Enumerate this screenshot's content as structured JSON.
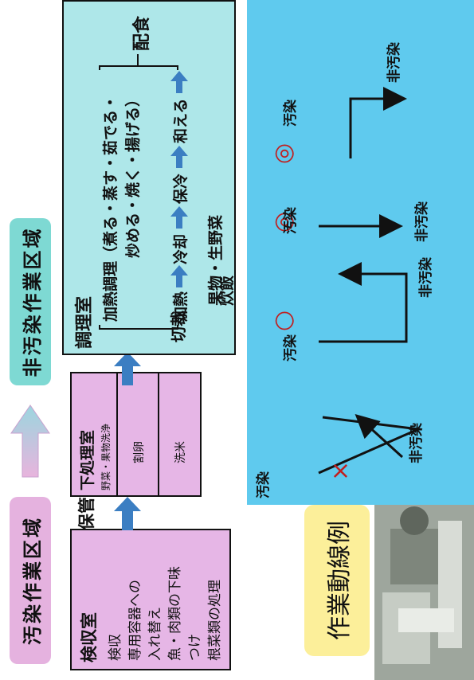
{
  "zones": {
    "contaminated": "汚染作業区域",
    "clean": "非汚染作業区域"
  },
  "inspection_room": {
    "title": "検収室",
    "items": [
      "検収",
      "専用容器への",
      "入れ替え",
      "魚・肉類の下味",
      "つけ",
      "根菜類の処理"
    ]
  },
  "storage_label": "保管",
  "prep_room": {
    "title": "下処理室",
    "sub": "野菜・果物洗浄",
    "cell2": "割卵",
    "cell3": "洗米"
  },
  "cooking_room": {
    "title": "調理室",
    "cut": "切裁",
    "heat_cook": "加熱調理（煮る・蒸す・茹でる・",
    "heat_cook2": "炒める・焼く・揚げる）",
    "heat": "加熱",
    "cool": "冷却",
    "keep_cold": "保冷",
    "mix": "和える",
    "fruits": "果物・生野菜",
    "rice": "炊飯",
    "serve": "配食"
  },
  "flow_examples": {
    "title": "作業動線例",
    "symbols": [
      "×",
      "○",
      "◎",
      "◎"
    ],
    "contaminated": "汚染",
    "clean": "非汚染"
  },
  "colors": {
    "pink": "#e6b6e6",
    "cyan": "#aee7e9",
    "blue": "#5fcaee",
    "arrow": "#3b7ec2",
    "symbol_red": "#c02020",
    "yellow": "#fcef9a"
  }
}
